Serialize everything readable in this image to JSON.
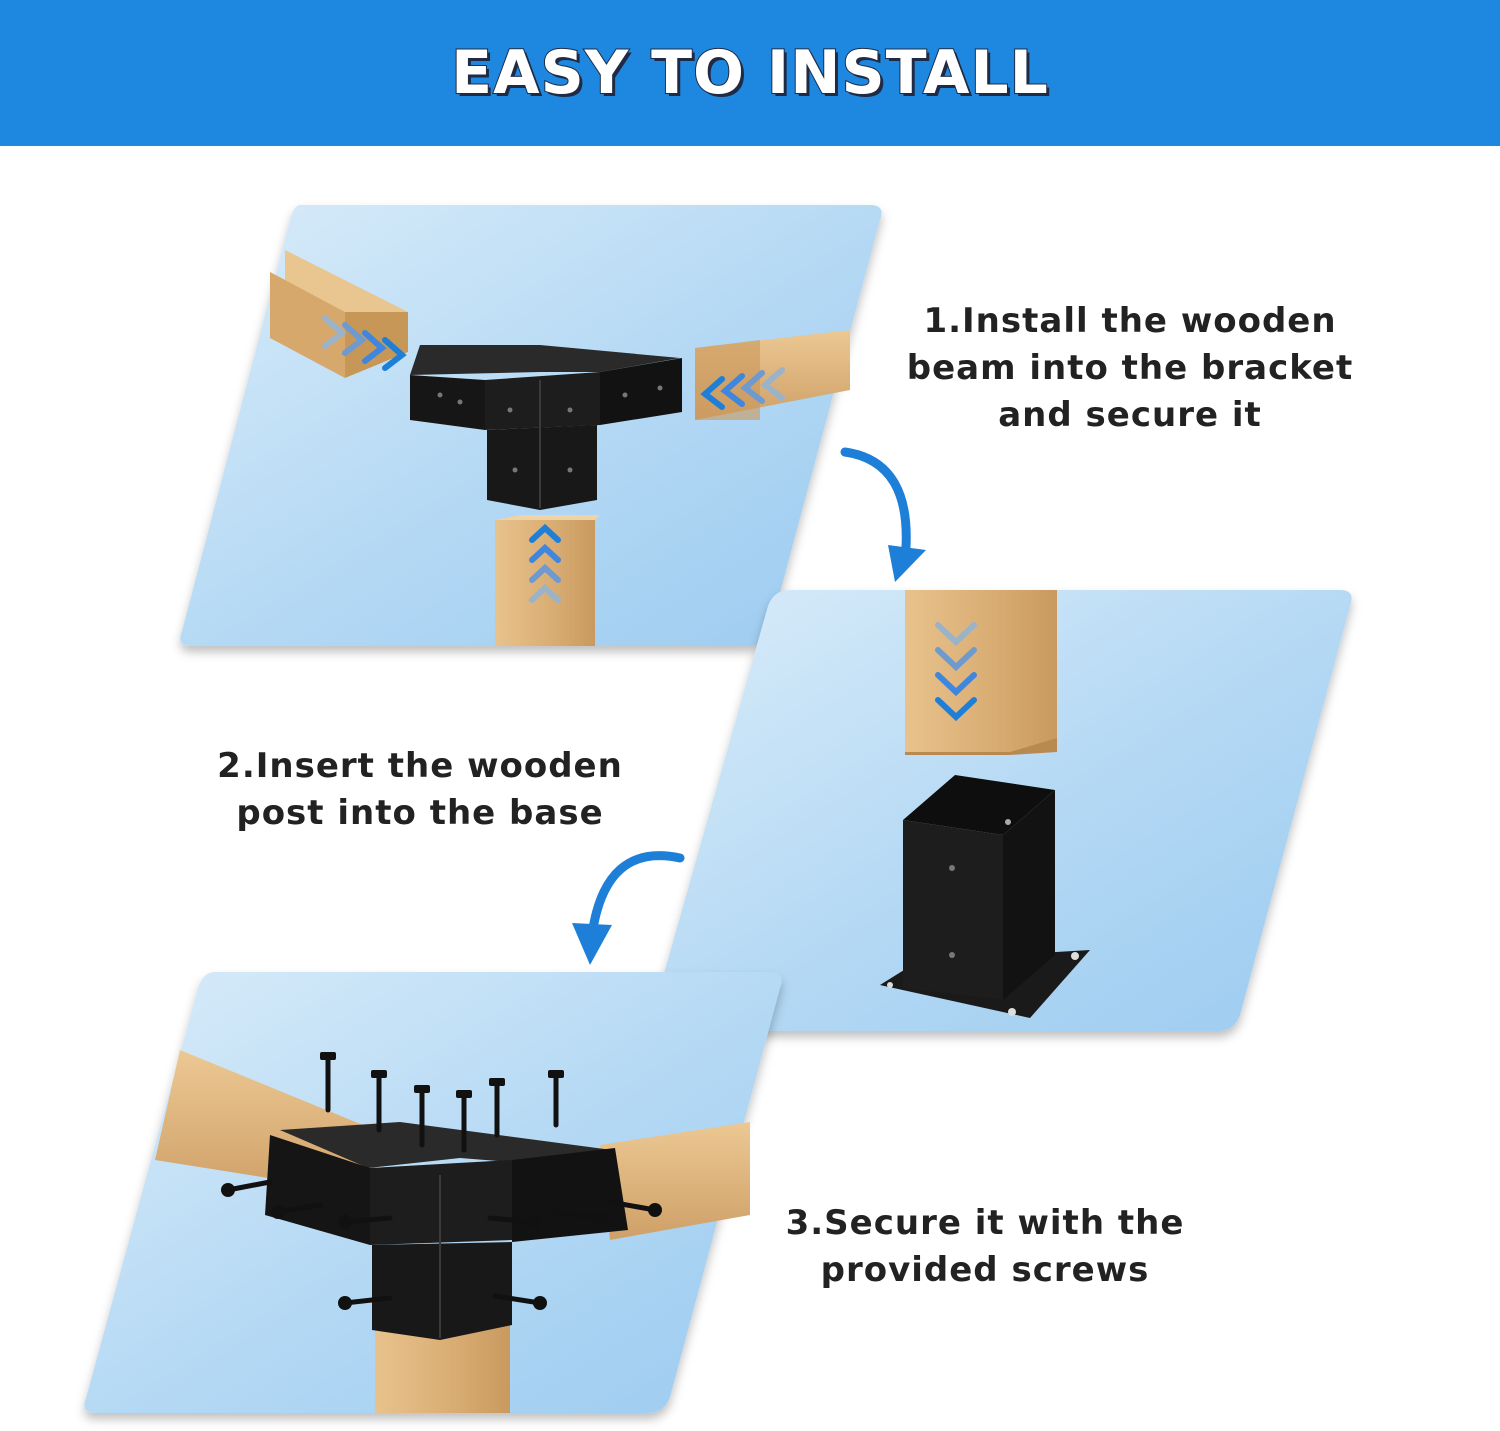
{
  "title": "EASY TO INSTALL",
  "steps": [
    {
      "text": "1.Install the wooden\nbeam into the bracket\nand secure it"
    },
    {
      "text": "2.Insert the wooden\npost into the base"
    },
    {
      "text": "3.Secure it with the\nprovided screws"
    }
  ],
  "colors": {
    "banner": "#1e88e0",
    "arrow": "#1e7fd8",
    "wood": "#e0b47a",
    "bracket": "#141414"
  }
}
